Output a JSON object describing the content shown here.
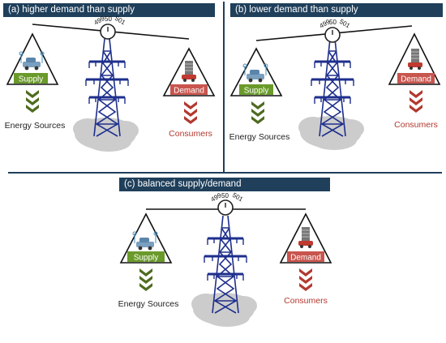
{
  "panels": {
    "a": {
      "title": "(a) higher demand than supply",
      "gauge": {
        "left": "499",
        "mid": "50",
        "right": "501"
      },
      "supply_label": "Supply",
      "demand_label": "Demand",
      "sources_caption": "Energy Sources",
      "consumers_caption": "Consumers"
    },
    "b": {
      "title": "(b) lower demand than supply",
      "gauge": {
        "left": "499",
        "mid": "50",
        "right": "501"
      },
      "supply_label": "Supply",
      "demand_label": "Demand",
      "sources_caption": "Energy Sources",
      "consumers_caption": "Consumers"
    },
    "c": {
      "title": "(c) balanced supply/demand",
      "gauge": {
        "left": "499",
        "mid": "50",
        "right": "501"
      },
      "supply_label": "Supply",
      "demand_label": "Demand",
      "sources_caption": "Energy Sources",
      "consumers_caption": "Consumers"
    }
  },
  "colors": {
    "title_bg": "#1f3f5b",
    "tower": "#1e2f8c",
    "supply_green": "#6a9a2a",
    "supply_chevron": "#4e6b1f",
    "demand_red": "#c8554e",
    "demand_chevron": "#b2382f",
    "consumers_text": "#b2382f",
    "cloud": "#cccccc"
  }
}
